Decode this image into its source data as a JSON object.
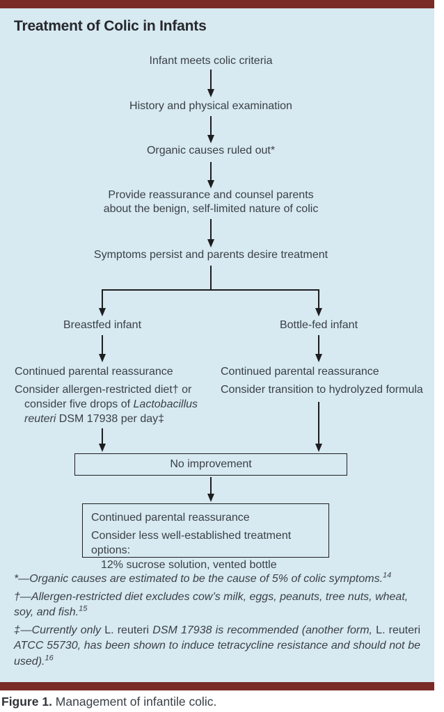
{
  "figure": {
    "title": "Treatment of Colic in Infants",
    "caption_bold": "Figure 1.",
    "caption_rest": " Management of infantile colic."
  },
  "flow": {
    "step1": "Infant meets colic criteria",
    "step2": "History and physical examination",
    "step3": "Organic causes ruled out*",
    "step4_line1": "Provide reassurance and counsel parents",
    "step4_line2": "about the benign, self-limited nature of colic",
    "step5": "Symptoms persist and parents desire treatment",
    "breastfed": {
      "label": "Breastfed infant",
      "para1": "Continued parental reassurance",
      "para2_line1": "Consider allergen-restricted diet† or",
      "para2_line2_pre": "consider five drops of ",
      "para2_line2_italic": "Lactobacillus",
      "para2_line3_italic": "reuteri",
      "para2_line3_post": " DSM 17938 per day‡"
    },
    "bottlefed": {
      "label": "Bottle-fed infant",
      "para1": "Continued parental reassurance",
      "para2": "Consider transition to hydrolyzed formula"
    },
    "no_improvement": "No improvement",
    "final_box": {
      "para1": "Continued parental reassurance",
      "para2": "Consider less well-established treatment options:",
      "para3": "12% sucrose solution, vented bottle"
    }
  },
  "footnotes": {
    "fn1_text": "*—Organic causes are estimated to be the cause of 5% of colic symptoms.",
    "fn1_sup": "14",
    "fn2_text": "†—Allergen-restricted diet excludes cow’s milk, eggs, peanuts, tree nuts, wheat, soy, and fish.",
    "fn2_sup": "15",
    "fn3_part1": "‡—Currently only ",
    "fn3_roman1": "L. reuteri",
    "fn3_part2": " DSM 17938 is recommended (another form, ",
    "fn3_roman2": "L. reuteri",
    "fn3_part3": " ATCC 55730, has been shown to induce tetracycline resistance and should not be used).",
    "fn3_sup": "16"
  },
  "colors": {
    "accent_maroon": "#7a2b26",
    "panel_blue": "#d7e9f1",
    "line_ink": "#1d1e20",
    "text": "#3a4046"
  }
}
